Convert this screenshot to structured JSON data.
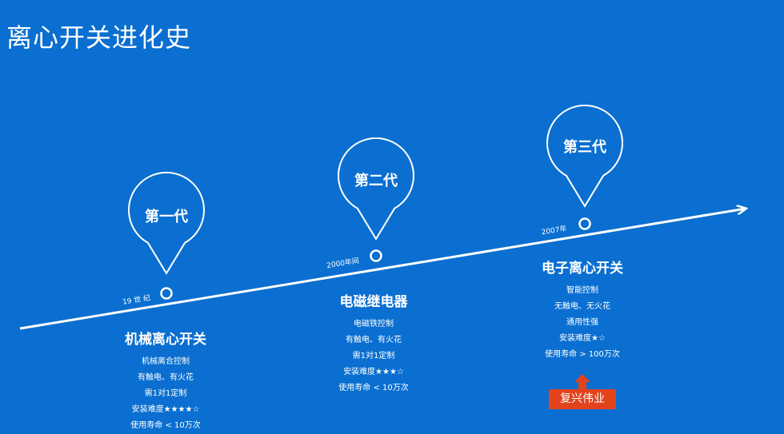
{
  "title": "离心开关进化史",
  "generations": [
    {
      "pin_label": "第一代",
      "date": "19 世 纪",
      "name": "机械离心开关",
      "features": [
        "机械离合控制",
        "有触电、有火花",
        "需1对1定制",
        "安装难度★★★★☆",
        "使用寿命 < 10万次"
      ]
    },
    {
      "pin_label": "第二代",
      "date": "2000年间",
      "name": "电磁继电器",
      "features": [
        "电磁铁控制",
        "有触电、有火花",
        "需1对1定制",
        "安装难度★★★☆",
        "使用寿命 < 10万次"
      ]
    },
    {
      "pin_label": "第三代",
      "date": "2007年",
      "name": "电子离心开关",
      "features": [
        "智能控制",
        "无触电、无火花",
        "通用性强",
        "安装难度★☆",
        "使用寿命 > 100万次"
      ]
    }
  ],
  "badge": "复兴伟业",
  "colors": {
    "background": "#0a6fd0",
    "badge": "#e2431c",
    "line": "#ffffff"
  }
}
